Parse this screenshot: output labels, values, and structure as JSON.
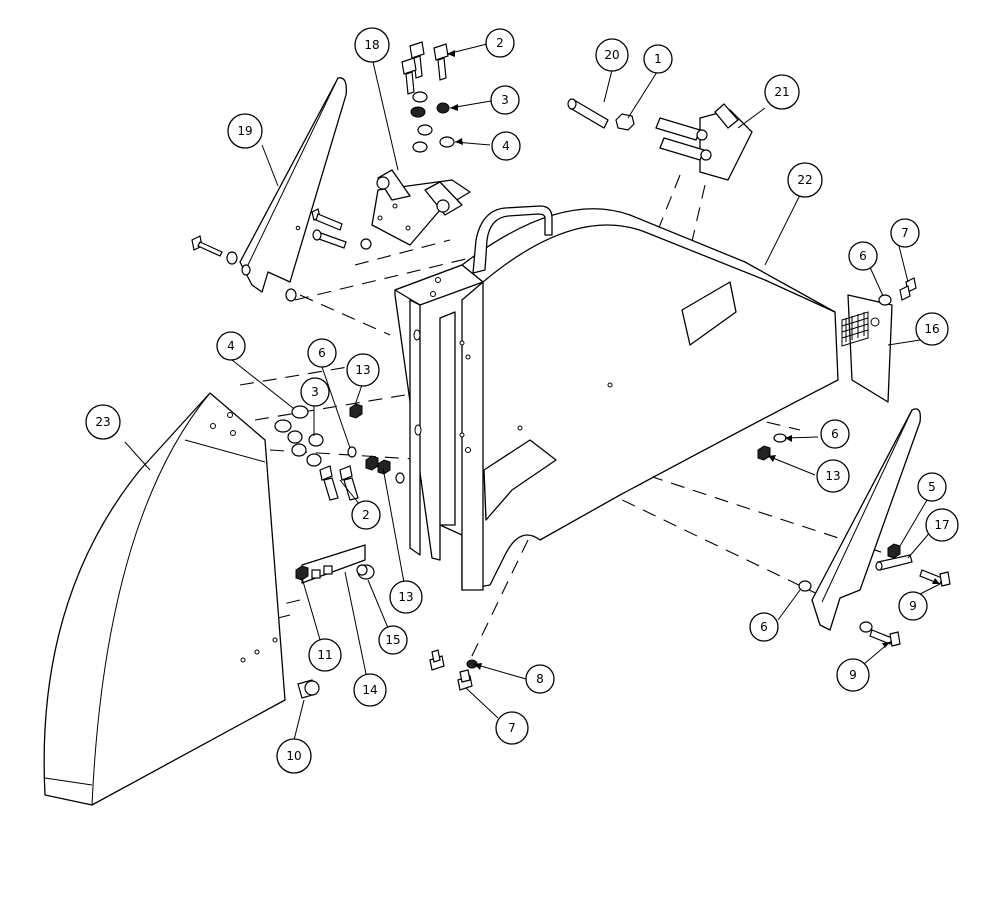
{
  "diagram": {
    "type": "exploded-parts-view",
    "line_color": "#000000",
    "background": "#ffffff",
    "callouts": [
      "20",
      "1",
      "21",
      "22",
      "2",
      "3",
      "4",
      "18",
      "19",
      "7",
      "6",
      "16",
      "4",
      "3",
      "13",
      "6",
      "23",
      "2",
      "13",
      "6",
      "13",
      "5",
      "17",
      "9",
      "6",
      "9",
      "11",
      "14",
      "15",
      "8",
      "7",
      "10"
    ]
  }
}
